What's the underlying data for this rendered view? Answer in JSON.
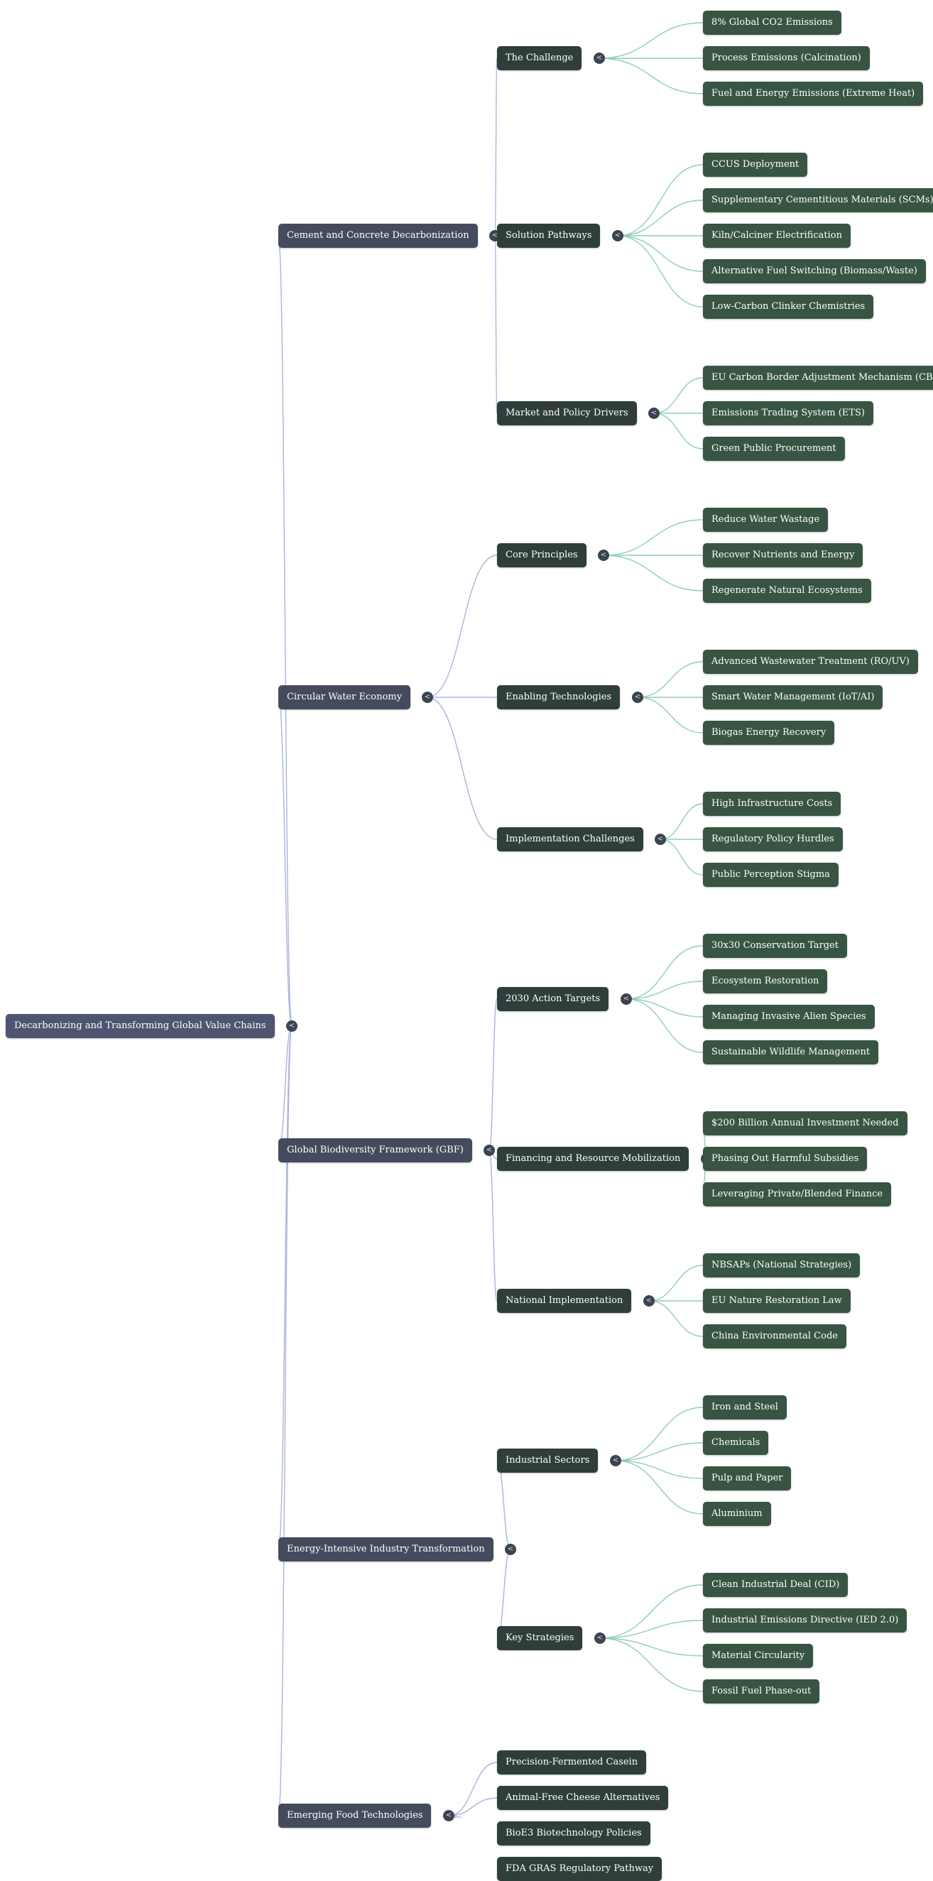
{
  "mindmap": {
    "root": "Decarbonizing and Transforming Global Value Chains",
    "toggle_glyph": "<",
    "colors": {
      "root_node": "#4d5570",
      "branch_node": "#444b5c",
      "topic_node": "#2f3e3a",
      "leaf_node": "#375542",
      "branch_edge": "#aab4dd",
      "leaf_edge": "#8fcfb4"
    },
    "branches": [
      {
        "label": "Cement and Concrete Decarbonization",
        "children": [
          {
            "label": "The Challenge",
            "children": [
              "8% Global CO2 Emissions",
              "Process Emissions (Calcination)",
              "Fuel and Energy Emissions (Extreme Heat)"
            ]
          },
          {
            "label": "Solution Pathways",
            "children": [
              "CCUS Deployment",
              "Supplementary Cementitious Materials (SCMs)",
              "Kiln/Calciner Electrification",
              "Alternative Fuel Switching (Biomass/Waste)",
              "Low-Carbon Clinker Chemistries"
            ]
          },
          {
            "label": "Market and Policy Drivers",
            "children": [
              "EU Carbon Border Adjustment Mechanism (CBAM)",
              "Emissions Trading System (ETS)",
              "Green Public Procurement"
            ]
          }
        ]
      },
      {
        "label": "Circular Water Economy",
        "children": [
          {
            "label": "Core Principles",
            "children": [
              "Reduce Water Wastage",
              "Recover Nutrients and Energy",
              "Regenerate Natural Ecosystems"
            ]
          },
          {
            "label": "Enabling Technologies",
            "children": [
              "Advanced Wastewater Treatment (RO/UV)",
              "Smart Water Management (IoT/AI)",
              "Biogas Energy Recovery"
            ]
          },
          {
            "label": "Implementation Challenges",
            "children": [
              "High Infrastructure Costs",
              "Regulatory Policy Hurdles",
              "Public Perception Stigma"
            ]
          }
        ]
      },
      {
        "label": "Global Biodiversity Framework (GBF)",
        "children": [
          {
            "label": "2030 Action Targets",
            "children": [
              "30x30 Conservation Target",
              "Ecosystem Restoration",
              "Managing Invasive Alien Species",
              "Sustainable Wildlife Management"
            ]
          },
          {
            "label": "Financing and Resource Mobilization",
            "children": [
              "$200 Billion Annual Investment Needed",
              "Phasing Out Harmful Subsidies",
              "Leveraging Private/Blended Finance"
            ]
          },
          {
            "label": "National Implementation",
            "children": [
              "NBSAPs (National Strategies)",
              "EU Nature Restoration Law",
              "China Environmental Code"
            ]
          }
        ]
      },
      {
        "label": "Energy-Intensive Industry Transformation",
        "children": [
          {
            "label": "Industrial Sectors",
            "children": [
              "Iron and Steel",
              "Chemicals",
              "Pulp and Paper",
              "Aluminium"
            ]
          },
          {
            "label": "Key Strategies",
            "children": [
              "Clean Industrial Deal (CID)",
              "Industrial Emissions Directive (IED 2.0)",
              "Material Circularity",
              "Fossil Fuel Phase-out"
            ]
          }
        ]
      },
      {
        "label": "Emerging Food Technologies",
        "children": [
          "Precision-Fermented Casein",
          "Animal-Free Cheese Alternatives",
          "BioE3 Biotechnology Policies",
          "FDA GRAS Regulatory Pathway"
        ]
      }
    ]
  }
}
